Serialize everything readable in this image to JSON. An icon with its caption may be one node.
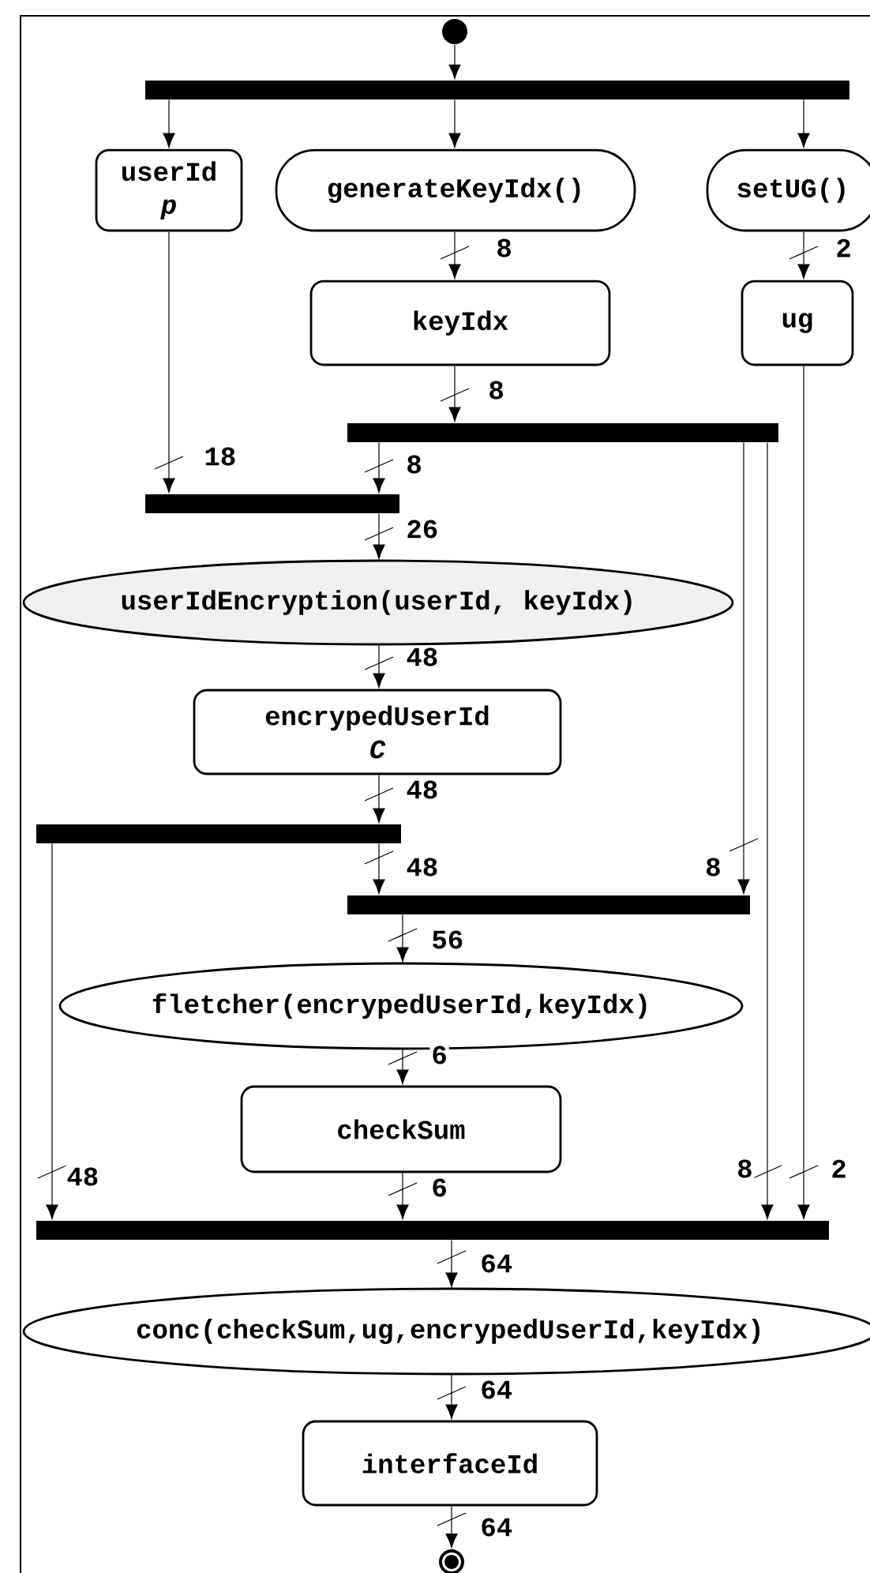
{
  "diagram": {
    "nodes": [
      {
        "text": [],
        "shape": "circle"
      },
      {
        "text": [],
        "shape": "bar"
      },
      {
        "text": [
          "userId",
          "p"
        ]
      },
      {
        "text": [
          "generateKeyIdx()"
        ]
      },
      {
        "text": [
          "setUG()"
        ]
      },
      {
        "text": [
          "keyIdx"
        ]
      },
      {
        "text": [
          "ug"
        ]
      },
      {
        "text": [],
        "shape": "bar"
      },
      {
        "text": [],
        "shape": "bar"
      },
      {
        "text": [
          "userIdEncryption(userId, keyIdx)"
        ]
      },
      {
        "text": [
          "encrypedUserId",
          "C"
        ]
      },
      {
        "text": [],
        "shape": "bar"
      },
      {
        "text": [],
        "shape": "bar"
      },
      {
        "text": [
          "fletcher(encrypedUserId,keyIdx)"
        ]
      },
      {
        "text": [
          "checkSum"
        ]
      },
      {
        "text": [],
        "shape": "bar"
      },
      {
        "text": [
          "conc(checkSum,ug,encrypedUserId,keyIdx)"
        ]
      },
      {
        "text": [
          "interfaceId"
        ]
      },
      {
        "text": [],
        "shape": "circle"
      }
    ],
    "edges": [
      {
        "from": 0,
        "to": 1,
        "arrow": "to"
      },
      {
        "from": 1,
        "to": 2,
        "arrow": "to"
      },
      {
        "from": 1,
        "to": 3,
        "arrow": "to"
      },
      {
        "from": 1,
        "to": 4,
        "arrow": "to"
      },
      {
        "from": 3,
        "to": 5,
        "arrow": "to",
        "label": "8"
      },
      {
        "from": 4,
        "to": 6,
        "arrow": "to",
        "label": "2"
      },
      {
        "from": 2,
        "to": 8,
        "arrow": "to",
        "label": "18"
      },
      {
        "from": 5,
        "to": 7,
        "arrow": "to",
        "label": "8"
      },
      {
        "from": 7,
        "to": 8,
        "arrow": "to",
        "label": "8"
      },
      {
        "from": 8,
        "to": 9,
        "arrow": "to",
        "label": "26"
      },
      {
        "from": 9,
        "to": 10,
        "arrow": "to",
        "label": "48"
      },
      {
        "from": 10,
        "to": 11,
        "arrow": "to",
        "label": "48"
      },
      {
        "from": 11,
        "to": 12,
        "arrow": "to",
        "label": "48"
      },
      {
        "from": 7,
        "to": 12,
        "arrow": "to",
        "label": "8"
      },
      {
        "from": 12,
        "to": 13,
        "arrow": "to",
        "label": "56"
      },
      {
        "from": 13,
        "to": 14,
        "arrow": "to",
        "label": "6"
      },
      {
        "from": 14,
        "to": 15,
        "arrow": "to",
        "label": "6"
      },
      {
        "from": 11,
        "to": 15,
        "arrow": "to",
        "label": "48"
      },
      {
        "from": 7,
        "to": 15,
        "arrow": "to",
        "label": "8"
      },
      {
        "from": 6,
        "to": 15,
        "arrow": "to",
        "label": "2"
      },
      {
        "from": 15,
        "to": 16,
        "arrow": "to",
        "label": "64"
      },
      {
        "from": 16,
        "to": 17,
        "arrow": "to",
        "label": "64"
      },
      {
        "from": 17,
        "to": 18,
        "arrow": "to",
        "label": "64"
      }
    ]
  }
}
